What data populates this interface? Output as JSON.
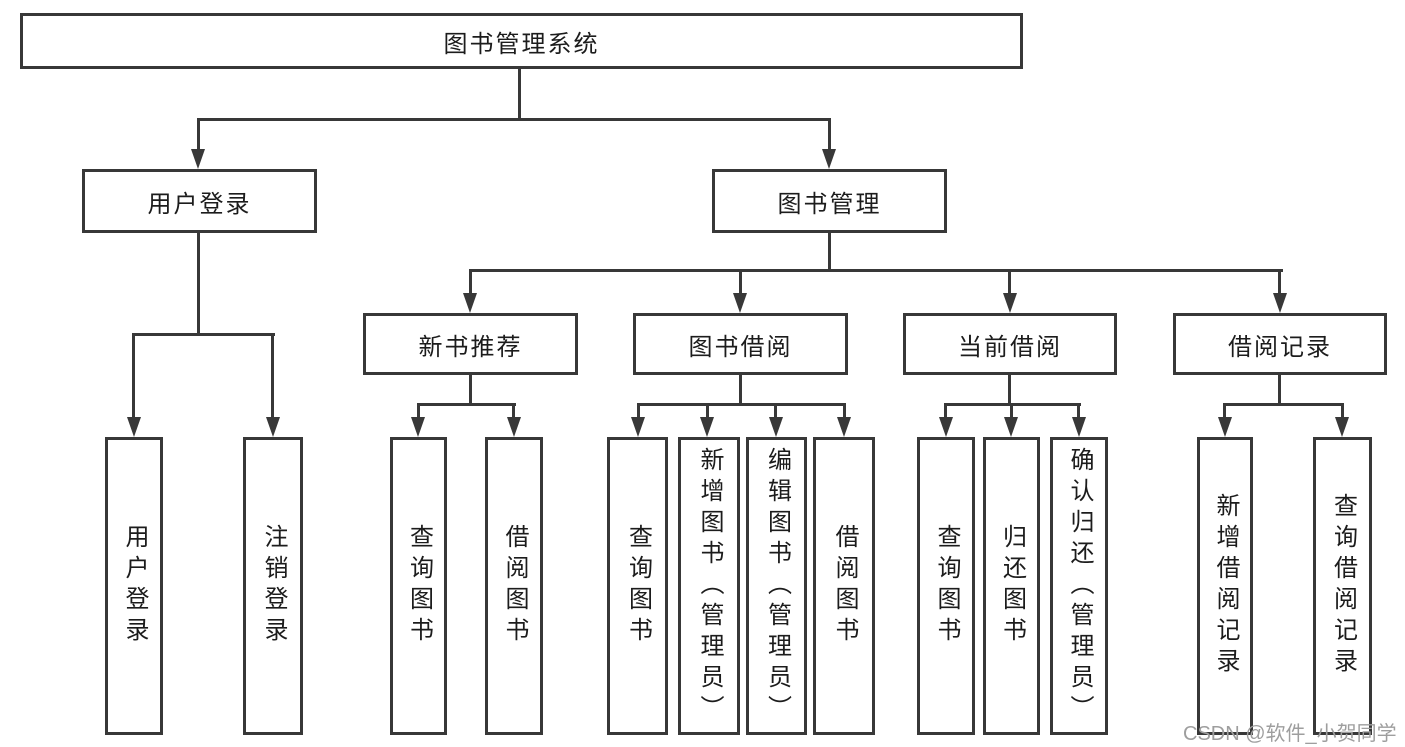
{
  "tree": {
    "label": "图书管理系统",
    "children": [
      {
        "label": "用户登录",
        "children": [
          {
            "label": "用户登录"
          },
          {
            "label": "注销登录"
          }
        ]
      },
      {
        "label": "图书管理",
        "children": [
          {
            "label": "新书推荐",
            "children": [
              {
                "label": "查询图书"
              },
              {
                "label": "借阅图书"
              }
            ]
          },
          {
            "label": "图书借阅",
            "children": [
              {
                "label": "查询图书"
              },
              {
                "label": "新增图书（管理员）"
              },
              {
                "label": "编辑图书（管理员）"
              },
              {
                "label": "借阅图书"
              }
            ]
          },
          {
            "label": "当前借阅",
            "children": [
              {
                "label": "查询图书"
              },
              {
                "label": "归还图书"
              },
              {
                "label": "确认归还（管理员）"
              }
            ]
          },
          {
            "label": "借阅记录",
            "children": [
              {
                "label": "新增借阅记录"
              },
              {
                "label": "查询借阅记录"
              }
            ]
          }
        ]
      }
    ]
  },
  "watermark": "CSDN @软件_小贺同学",
  "colors": {
    "line": "#383838",
    "text": "#1c1c1c",
    "watermark": "#9e9e9e",
    "background": "#ffffff"
  }
}
